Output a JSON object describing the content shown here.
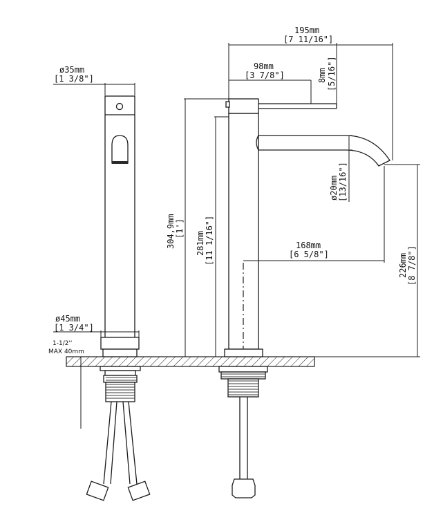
{
  "colors": {
    "line": "#1a1a1a",
    "fill": "#ffffff",
    "thread": "#3a3a3a"
  },
  "dims": {
    "top_diameter": {
      "mm": "ø35mm",
      "in": "[1 3/8\"]"
    },
    "base_diameter": {
      "mm": "ø45mm",
      "in": "[1 3/4\"]"
    },
    "max_thickness": {
      "in": "1-1/2''",
      "mm": "MAX 40mm"
    },
    "overall_width": {
      "mm": "195mm",
      "in": "[7 11/16\"]"
    },
    "handle_length": {
      "mm": "98mm",
      "in": "[3 7/8\"]"
    },
    "handle_thickness": {
      "mm": "8mm",
      "in": "[5/16\"]"
    },
    "spout_diameter": {
      "mm": "ø20mm",
      "in": "[13/16\"]"
    },
    "reach": {
      "mm": "168mm",
      "in": "[6 5/8\"]"
    },
    "total_height": {
      "mm": "304,9mm",
      "in": "[1']"
    },
    "body_height": {
      "mm": "281mm",
      "in": "[11 1/16\"]"
    },
    "spout_height": {
      "mm": "226mm",
      "in": "[8 7/8\"]"
    }
  }
}
